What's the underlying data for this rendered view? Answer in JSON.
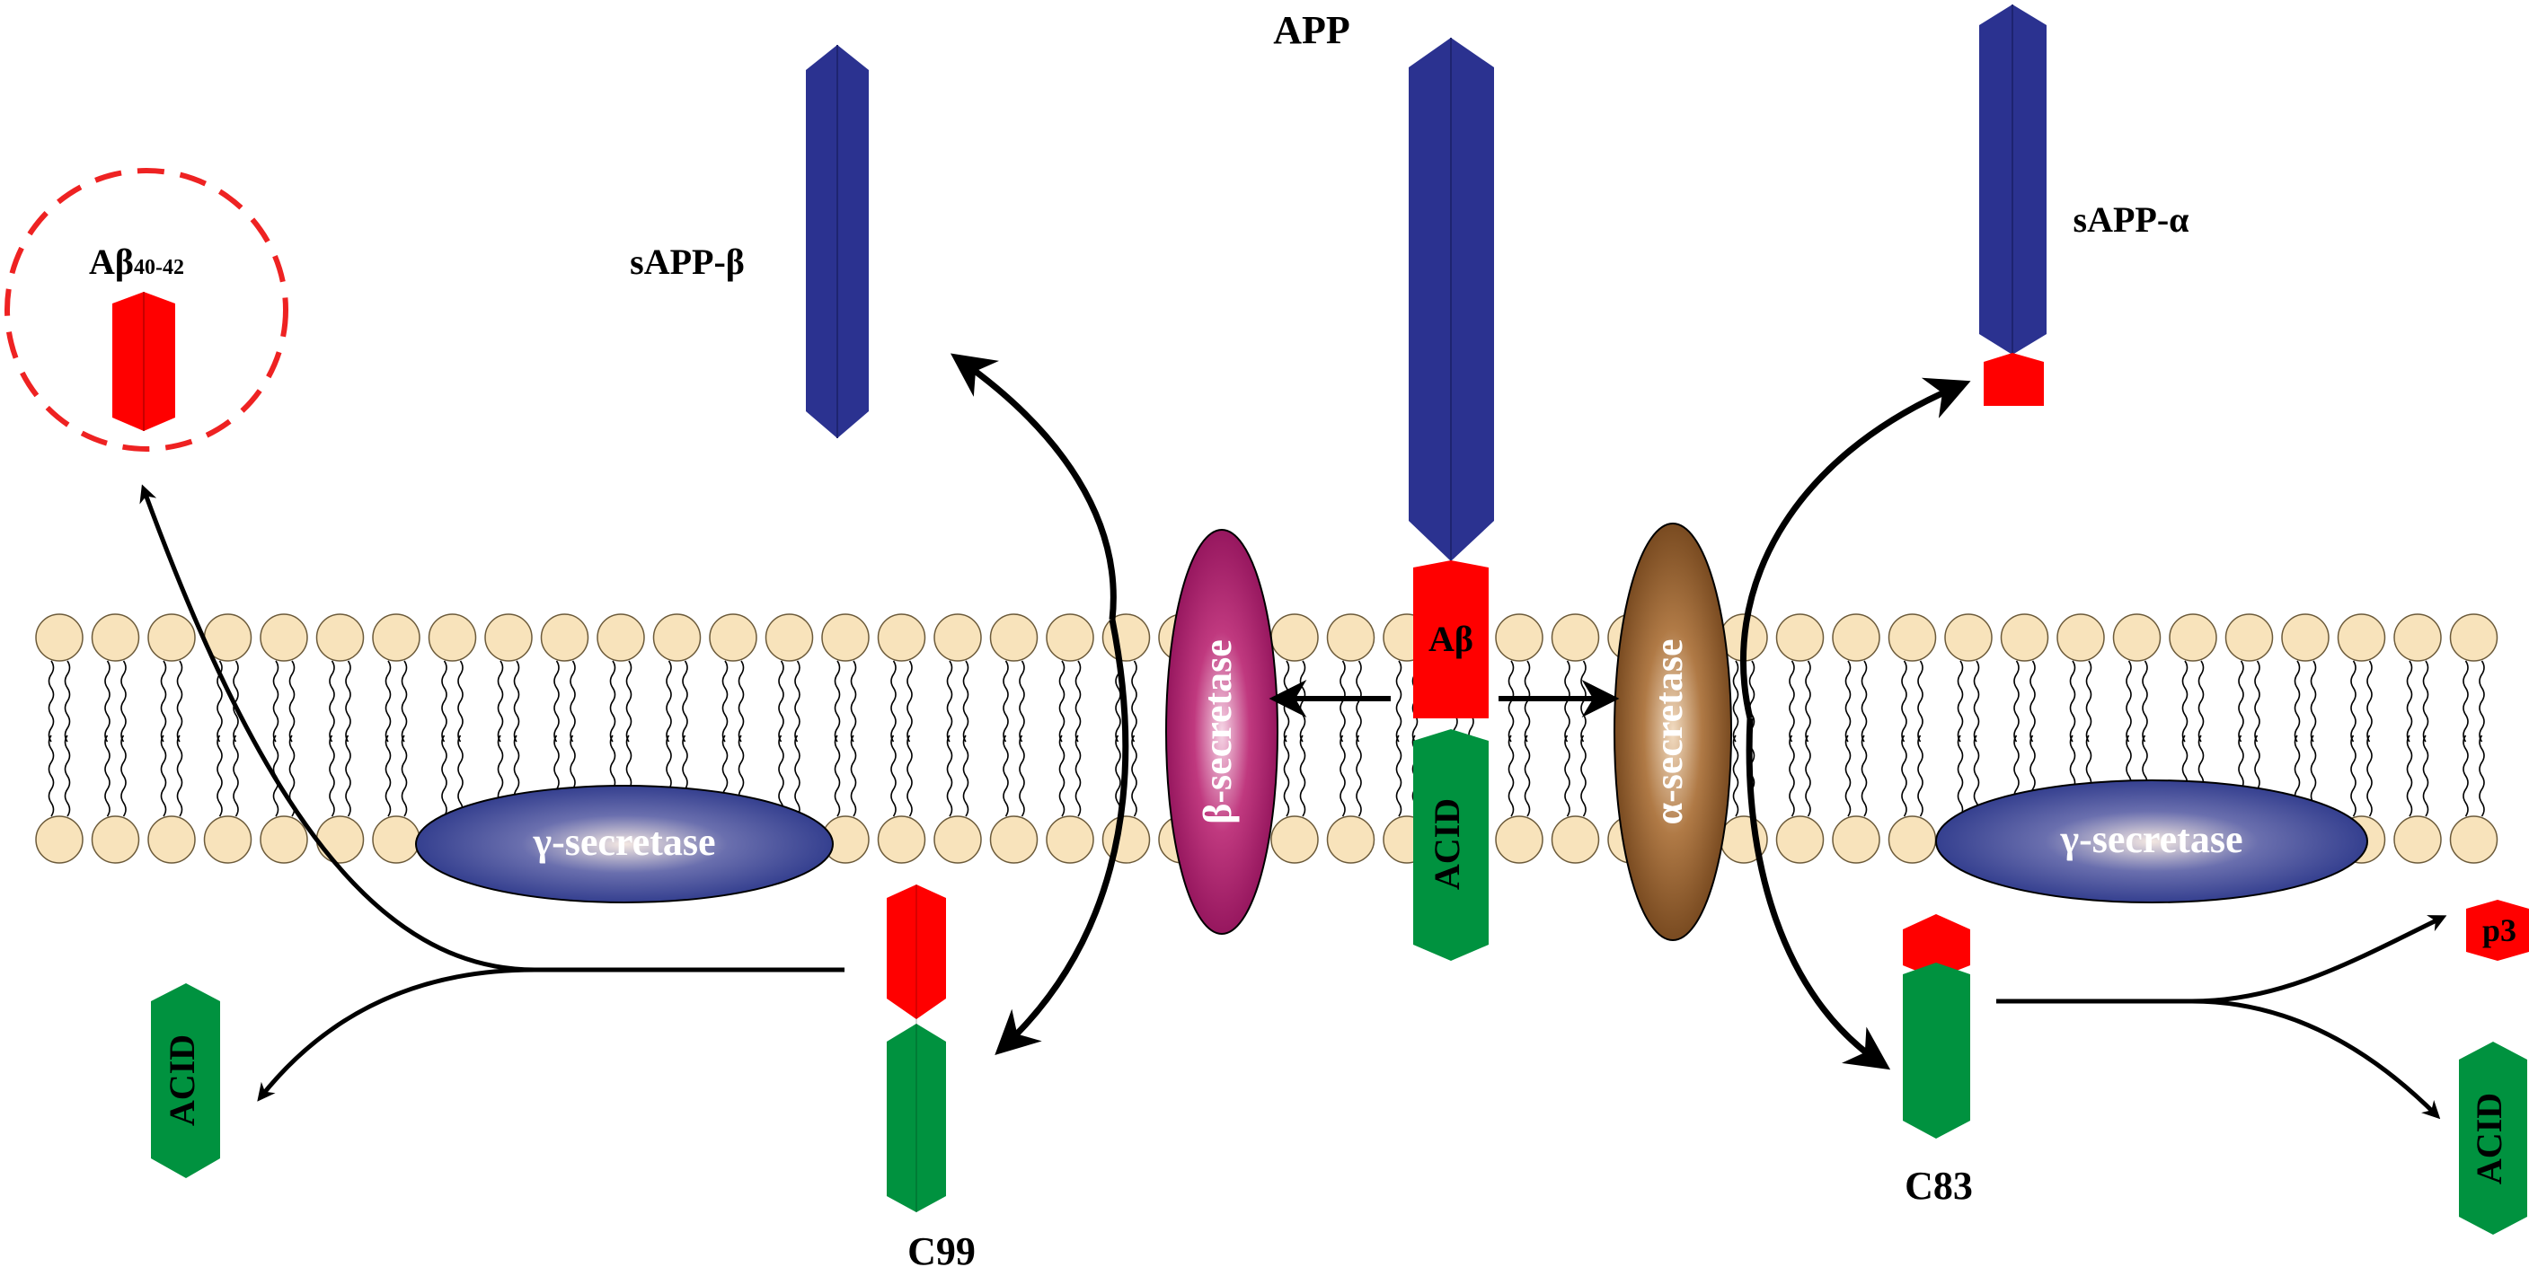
{
  "labels": {
    "app": "APP",
    "sapp_beta": "sAPP-β",
    "sapp_alpha": "sAPP-α",
    "abeta_main": "Aβ",
    "abeta_frag": "Aβ",
    "abeta_frag_sub": "40-42",
    "acid_app": "ACID",
    "acid_left": "ACID",
    "acid_right": "ACID",
    "beta_secretase": "β-secretase",
    "alpha_secretase": "α-secretase",
    "gamma_secretase_left": "γ-secretase",
    "gamma_secretase_right": "γ-secretase",
    "c99": "C99",
    "c83": "C83",
    "p3": "p3"
  },
  "colors": {
    "blue": "#2b3290",
    "red": "#ff0000",
    "green": "#00923f",
    "lipid_head": "#f8e3bb",
    "beta_enzyme": "#8e1058",
    "alpha_enzyme": "#7a4a1e",
    "gamma_enzyme": "#2c3b8e",
    "dashed_circle": "#ee2222"
  }
}
